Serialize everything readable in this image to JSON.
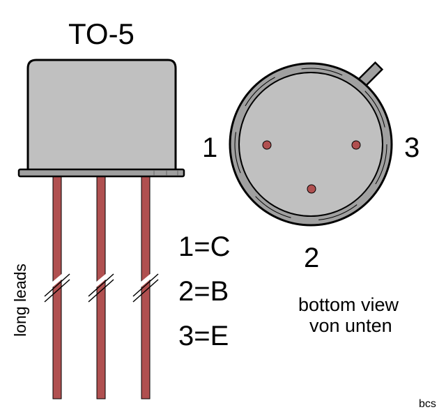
{
  "title": "TO-5",
  "pin_numbers": [
    "1",
    "2",
    "3"
  ],
  "pinout": [
    "1=C",
    "2=B",
    "3=E"
  ],
  "side_label": "long leads",
  "view_label": [
    "bottom view",
    "von unten"
  ],
  "credit": "bcs",
  "colors": {
    "body": "#c0c0c0",
    "flange": "#a0a0a0",
    "lead": "#b05050",
    "outline": "#000000"
  }
}
